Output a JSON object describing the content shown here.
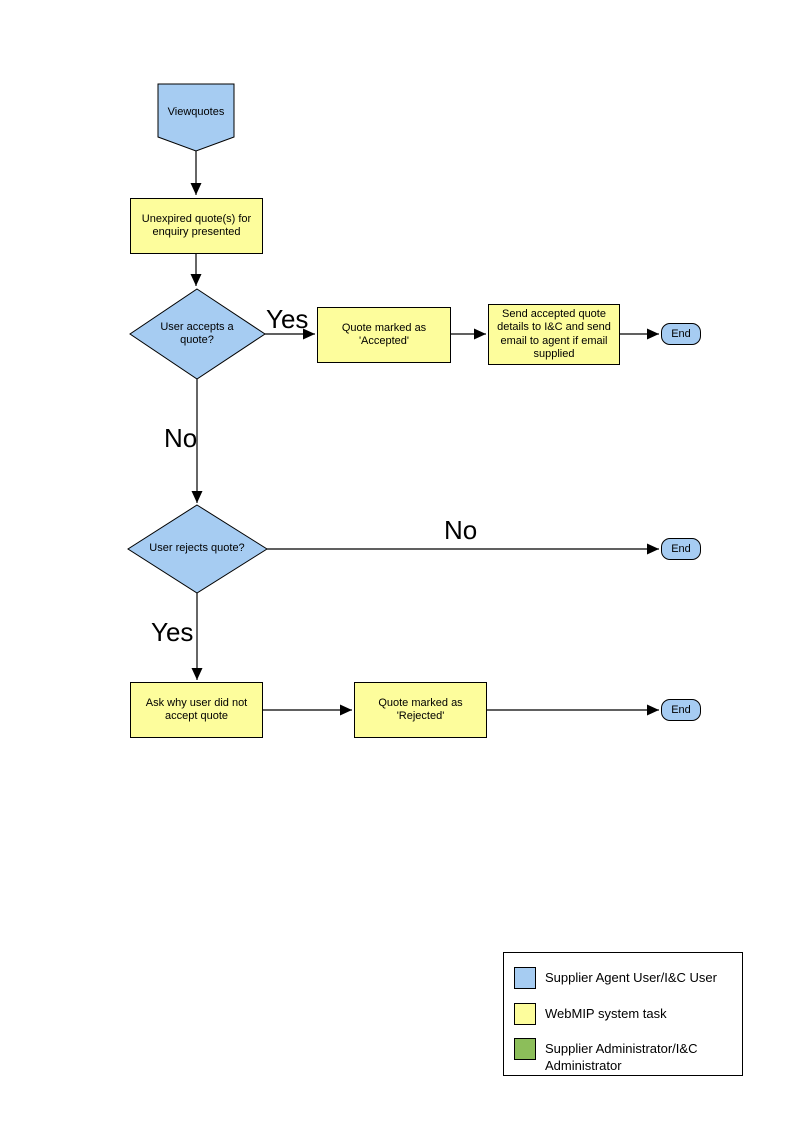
{
  "diagram": {
    "start_label": "Viewquotes",
    "process1": "Unexpired quote(s) for enquiry presented",
    "decision1": "User accepts a quote?",
    "process2": "Quote marked as 'Accepted'",
    "process3": "Send accepted quote details to I&C and send email to agent if email supplied",
    "decision2": "User rejects quote?",
    "process4": "Ask why user did not accept quote",
    "process5": "Quote marked as 'Rejected'",
    "end_label": "End",
    "edge_labels": {
      "yes1": "Yes",
      "no1": "No",
      "no2": "No",
      "yes2": "Yes"
    }
  },
  "legend": {
    "items": [
      {
        "label": "Supplier Agent User/I&C User",
        "color": "#A6CCF2"
      },
      {
        "label": "WebMIP system task",
        "color": "#FDFD9C"
      },
      {
        "label": "Supplier Administrator/I&C Administrator",
        "color": "#8CBE5A"
      }
    ]
  },
  "colors": {
    "user_shape": "#A6CCF2",
    "system_task_shape": "#FDFD9C",
    "administrator_shape": "#8CBE5A",
    "line": "#000000"
  }
}
